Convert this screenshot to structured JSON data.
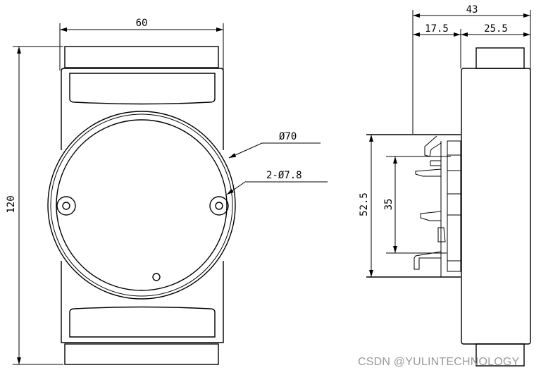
{
  "front_view": {
    "width_label": "60",
    "height_label": "120",
    "circle_diameter_label": "Ø70",
    "hole_label": "2-Ø7.8"
  },
  "side_view": {
    "depth_label": "43",
    "depth_left_label": "17.5",
    "depth_right_label": "25.5",
    "rail_outer_label": "52.5",
    "rail_inner_label": "35"
  },
  "watermark": "CSDN @YULINTECHNOLOGY"
}
